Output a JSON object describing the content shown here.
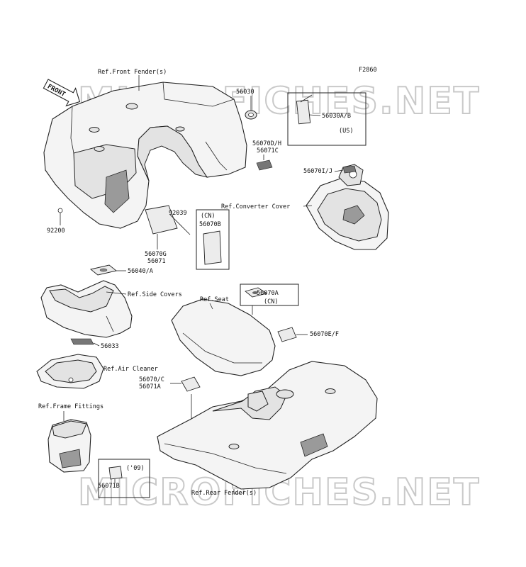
{
  "diagram_code": "F2860",
  "front_arrow": "FRONT",
  "watermark": "MICROFICHES.NET",
  "labels": {
    "front_fender": "Ref.Front Fender(s)",
    "p56030": "56030",
    "p56030ab": "56030A/B",
    "us": "(US)",
    "p56070dh": "56070D/H",
    "p56071c": "56071C",
    "p56070ij": "56070I/J",
    "converter_cover": "Ref.Converter Cover",
    "p92200": "92200",
    "p92039": "92039",
    "cn1": "(CN)",
    "p56070b": "56070B",
    "p56070g": "56070G",
    "p56071": "56071",
    "p56040a": "56040/A",
    "side_covers": "Ref.Side Covers",
    "seat": "Ref.Seat",
    "p56070a": "56070A",
    "cn2": "(CN)",
    "p56070ef": "56070E/F",
    "p56033": "56033",
    "air_cleaner": "Ref.Air Cleaner",
    "p56070c": "56070/C",
    "p56071a": "56071A",
    "frame_fittings": "Ref.Frame Fittings",
    "y09": "('09)",
    "p56071b": "56071B",
    "rear_fender": "Ref.Rear Fender(s)"
  }
}
